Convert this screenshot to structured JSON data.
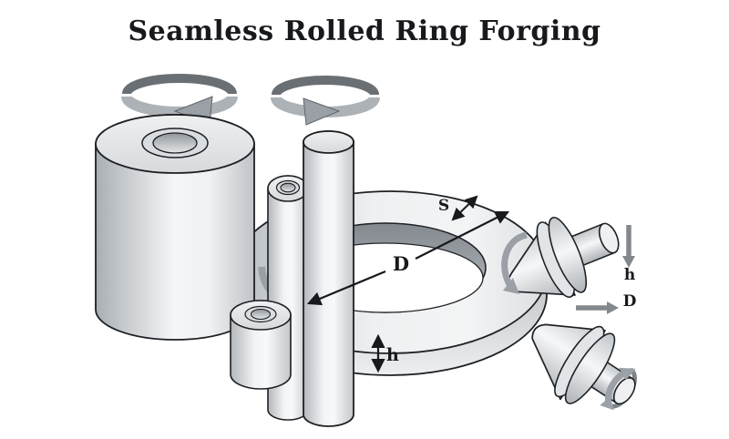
{
  "title": "Seamless Rolled Ring Forging",
  "labels": {
    "wall_thickness": "S",
    "diameter": "D",
    "height": "h",
    "growth_height": "h",
    "growth_diameter": "D"
  },
  "colors": {
    "background": "#ffffff",
    "outline": "#1d2024",
    "annotation_black": "#17191c",
    "arrow_gray": "#9aa0a5",
    "metal_light": "#f5f6f7",
    "metal_mid": "#c6cacd",
    "metal_dark": "#83898e"
  }
}
